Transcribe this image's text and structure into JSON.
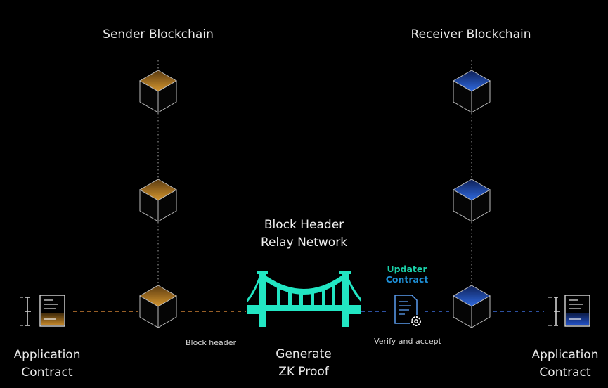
{
  "colors": {
    "background": "#000000",
    "sender_accent": "#c78a2e",
    "receiver_accent": "#1f4fbf",
    "bridge": "#22e6c3",
    "updater_text": "#1ad0a8",
    "text": "#e6e6e6"
  },
  "sender": {
    "title": "Sender Blockchain",
    "app_contract_line1": "Application",
    "app_contract_line2": "Contract",
    "block_icon": "cube-icon",
    "contract_icon": "document-icon"
  },
  "receiver": {
    "title": "Receiver Blockchain",
    "app_contract_line1": "Application",
    "app_contract_line2": "Contract",
    "block_icon": "cube-icon",
    "contract_icon": "document-icon"
  },
  "relay": {
    "title_line1": "Block Header",
    "title_line2": "Relay Network",
    "icon": "bridge-icon",
    "generate_line1": "Generate",
    "generate_line2": "ZK Proof"
  },
  "updater": {
    "line1": "Updater",
    "line2": "Contract",
    "icon": "document-gear-icon"
  },
  "flow_labels": {
    "block_header": "Block header",
    "verify": "Verify and accept"
  }
}
